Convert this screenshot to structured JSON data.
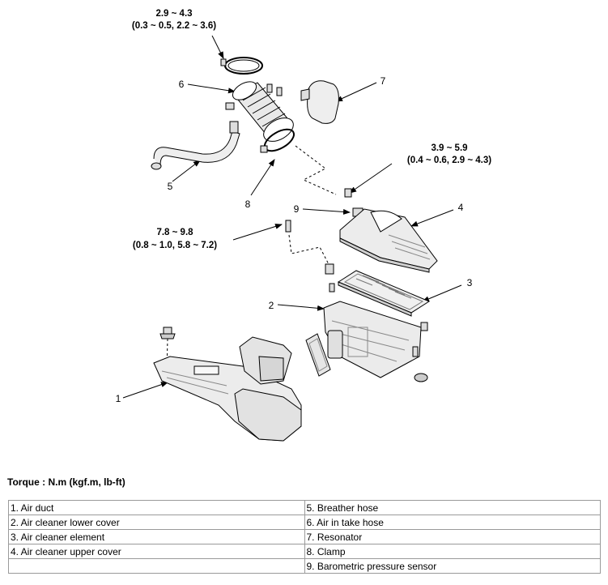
{
  "callouts": [
    {
      "id": "1",
      "label": "1"
    },
    {
      "id": "2",
      "label": "2"
    },
    {
      "id": "3",
      "label": "3"
    },
    {
      "id": "4",
      "label": "4"
    },
    {
      "id": "5",
      "label": "5"
    },
    {
      "id": "6",
      "label": "6"
    },
    {
      "id": "7",
      "label": "7"
    },
    {
      "id": "8",
      "label": "8"
    },
    {
      "id": "9",
      "label": "9"
    }
  ],
  "torque_specs": {
    "clamp_top": {
      "line1": "2.9 ~ 4.3",
      "line2": "(0.3 ~ 0.5, 2.2 ~ 3.6)"
    },
    "sensor": {
      "line1": "3.9 ~ 5.9",
      "line2": "(0.4 ~ 0.6, 2.9 ~ 4.3)"
    },
    "bolt": {
      "line1": "7.8 ~ 9.8",
      "line2": "(0.8 ~ 1.0, 5.8 ~ 7.2)"
    }
  },
  "torque_label": "Torque : N.m (kgf.m, lb-ft)",
  "legend": {
    "left": [
      "1. Air duct",
      "2. Air cleaner lower cover",
      "3. Air cleaner element",
      "4. Air cleaner upper cover",
      ""
    ],
    "right": [
      "5. Breather hose",
      "6. Air in take hose",
      "7. Resonator",
      "8. Clamp",
      "9. Barometric pressure sensor"
    ]
  }
}
